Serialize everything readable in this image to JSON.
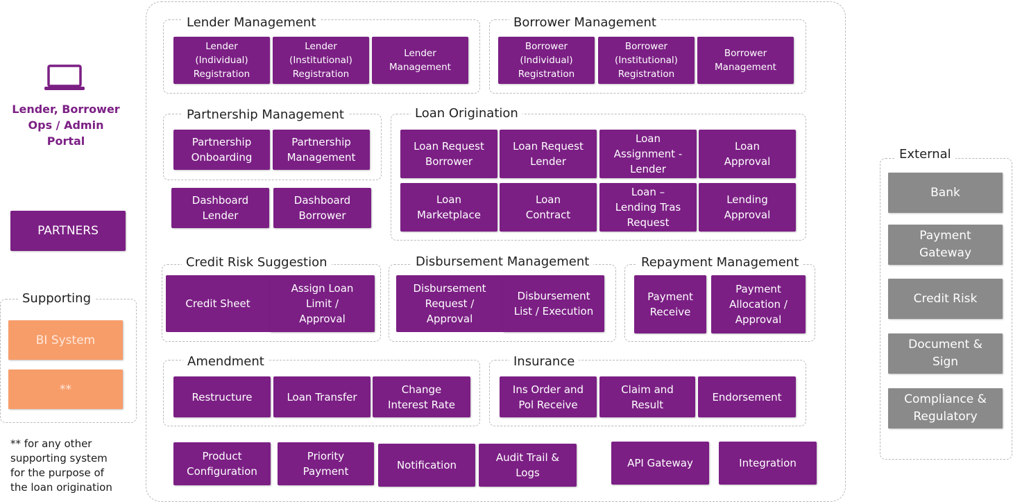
{
  "colors": {
    "module": "#7b1f84",
    "external": "#8a8a8a",
    "supporting": "#f79d6a",
    "border": "#b9b9b9"
  },
  "portal": {
    "icon": "laptop-icon",
    "label": "Lender, Borrower\nOps / Admin\nPortal"
  },
  "partners": {
    "label": "PARTNERS"
  },
  "supporting": {
    "title": "Supporting",
    "items": [
      "BI System",
      "**"
    ]
  },
  "note": "** for any other\nsupporting system\nfor the purpose of\nthe loan origination",
  "lender_management": {
    "title": "Lender Management",
    "items": [
      "Lender\n(Individual)\nRegistration",
      "Lender\n(Institutional)\nRegistration",
      "Lender\nManagement"
    ]
  },
  "borrower_management": {
    "title": "Borrower Management",
    "items": [
      "Borrower\n(Individual)\nRegistration",
      "Borrower\n(Institutional)\nRegistration",
      "Borrower\nManagement"
    ]
  },
  "partnership_management": {
    "title": "Partnership Management",
    "items": [
      "Partnership\nOnboarding",
      "Partnership\nManagement"
    ]
  },
  "dashboards": [
    "Dashboard\nLender",
    "Dashboard\nBorrower"
  ],
  "loan_origination": {
    "title": "Loan Origination",
    "items": [
      "Loan Request\nBorrower",
      "Loan Request\nLender",
      "Loan\nAssignment -\nLender",
      "Loan\nApproval",
      "Loan\nMarketplace",
      "Loan\nContract",
      "Loan –\nLending Tras\nRequest",
      "Lending\nApproval"
    ]
  },
  "credit_risk": {
    "title": "Credit Risk Suggestion",
    "items": [
      "Credit Sheet",
      "Assign Loan\nLimit /\nApproval"
    ]
  },
  "disbursement": {
    "title": "Disbursement Management",
    "items": [
      "Disbursement\nRequest /\nApproval",
      "Disbursement\nList / Execution"
    ]
  },
  "repayment": {
    "title": "Repayment Management",
    "items": [
      "Payment\nReceive",
      "Payment\nAllocation /\nApproval"
    ]
  },
  "amendment": {
    "title": "Amendment",
    "items": [
      "Restructure",
      "Loan Transfer",
      "Change\nInterest Rate"
    ]
  },
  "insurance": {
    "title": "Insurance",
    "items": [
      "Ins Order and\nPol Receive",
      "Claim and\nResult",
      "Endorsement"
    ]
  },
  "bottom_row": [
    "Product\nConfiguration",
    "Priority\nPayment",
    "Notification",
    "Audit Trail &\nLogs",
    "API Gateway",
    "Integration"
  ],
  "external": {
    "title": "External",
    "items": [
      "Bank",
      "Payment\nGateway",
      "Credit Risk",
      "Document &\nSign",
      "Compliance &\nRegulatory"
    ]
  }
}
